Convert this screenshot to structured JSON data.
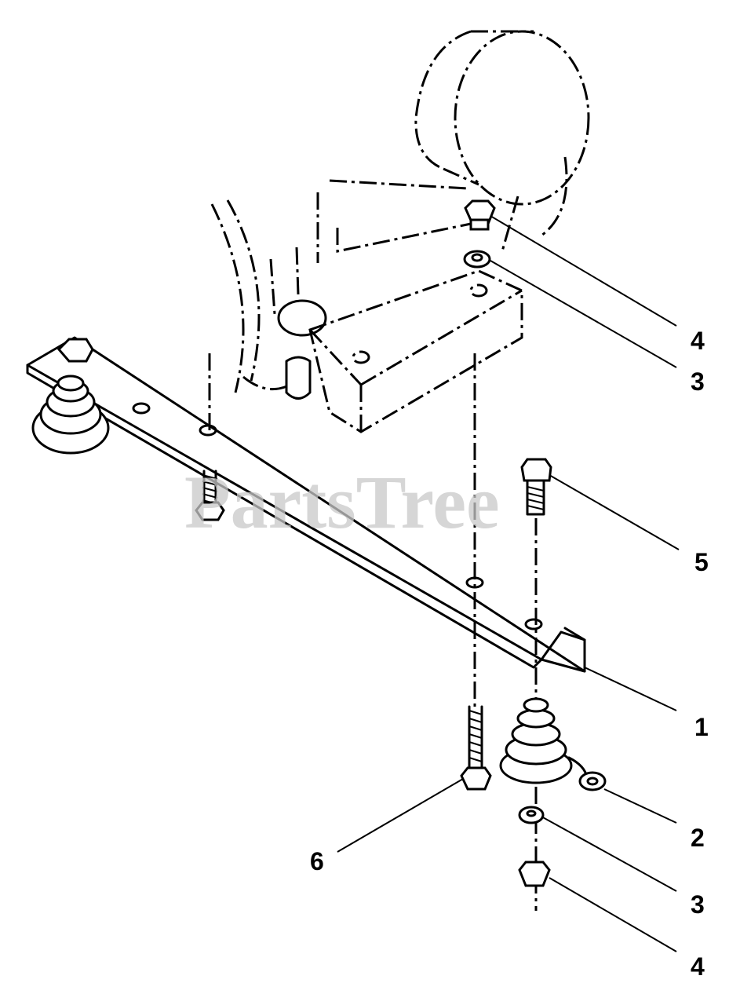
{
  "watermark": "PartsTree",
  "callouts": [
    {
      "id": "c4a",
      "label": "4"
    },
    {
      "id": "c3a",
      "label": "3"
    },
    {
      "id": "c5",
      "label": "5"
    },
    {
      "id": "c1",
      "label": "1"
    },
    {
      "id": "c2",
      "label": "2"
    },
    {
      "id": "c3b",
      "label": "3"
    },
    {
      "id": "c4b",
      "label": "4"
    },
    {
      "id": "c6",
      "label": "6"
    }
  ]
}
